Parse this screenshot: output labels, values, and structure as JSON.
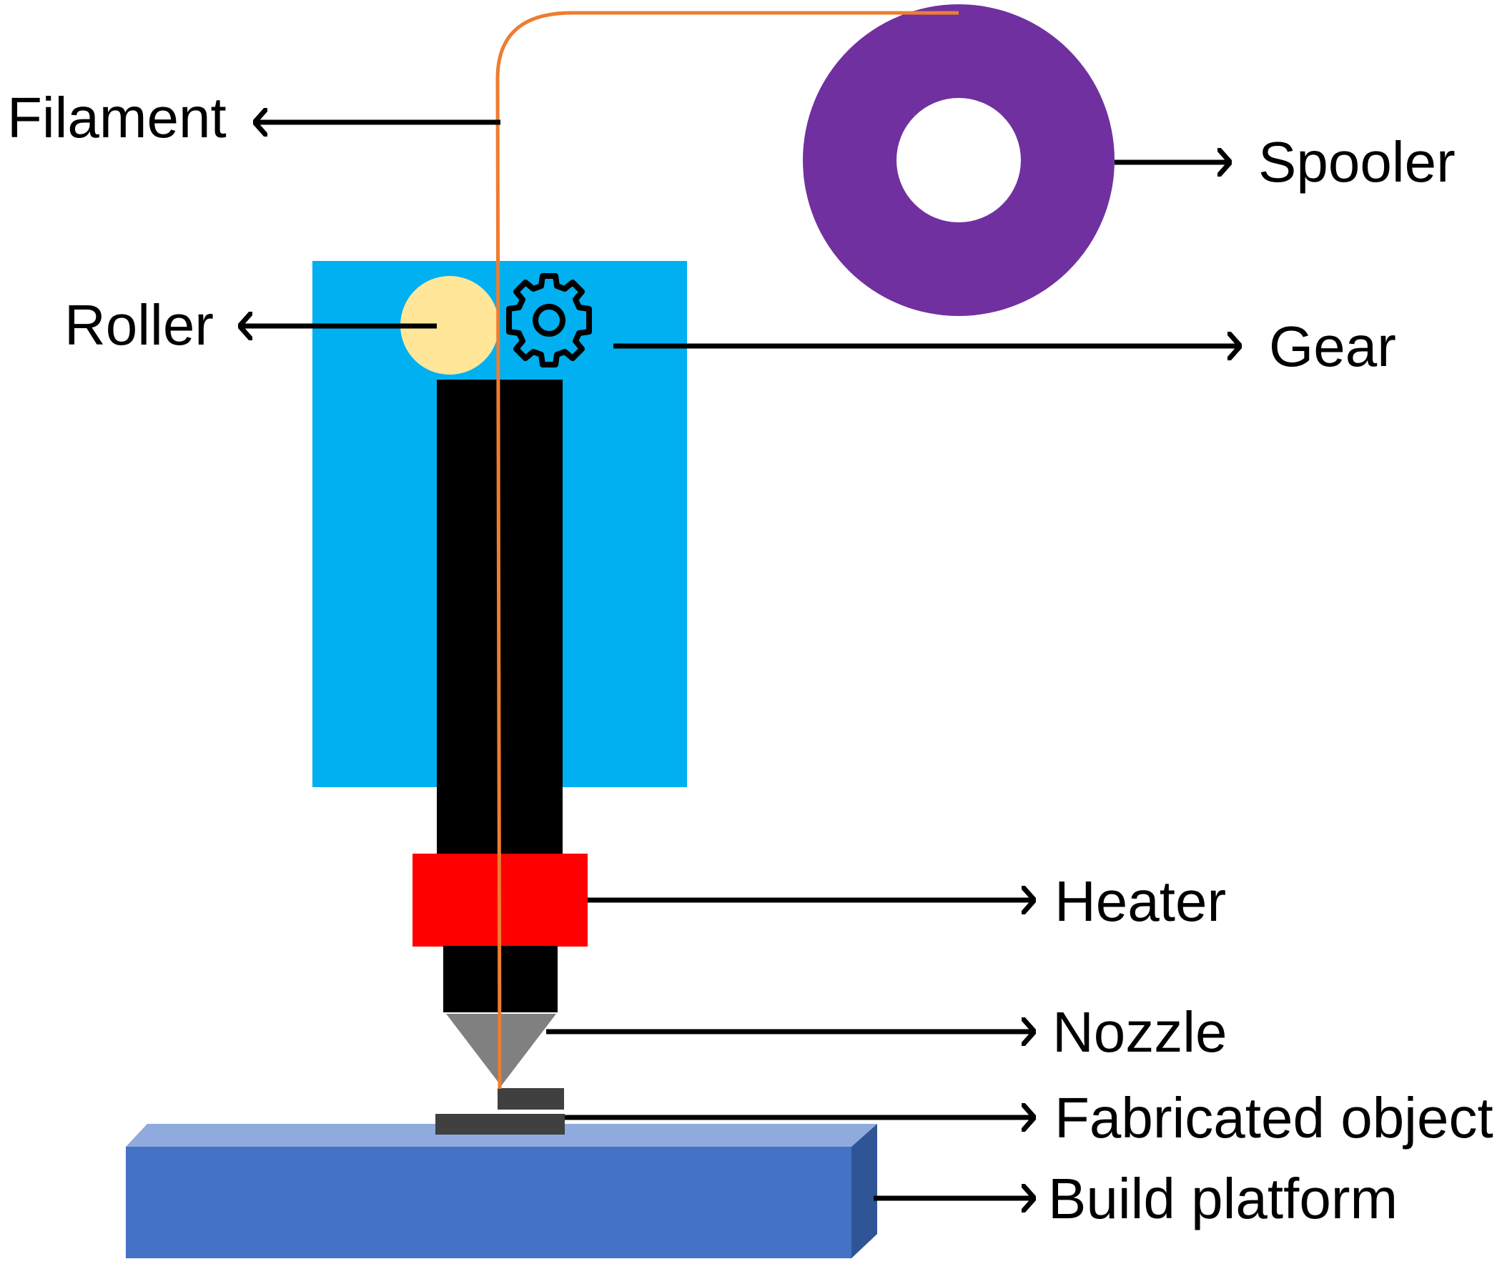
{
  "labels": {
    "filament": "Filament",
    "spooler": "Spooler",
    "roller": "Roller",
    "gear": "Gear",
    "heater": "Heater",
    "nozzle": "Nozzle",
    "fabricated_object": "Fabricated object",
    "build_platform": "Build platform"
  },
  "colors": {
    "filament": "#ED7D31",
    "spooler": "#7030A0",
    "extruder_housing": "#00B0F0",
    "roller": "#FFE699",
    "barrel": "#000000",
    "heater": "#FF0000",
    "nozzle": "#808080",
    "fabricated_object": "#404040",
    "build_platform_front": "#4472C4",
    "build_platform_top": "#8FAADC",
    "build_platform_side": "#2F5597",
    "arrow": "#000000"
  },
  "icons": {
    "gear": "gear-icon"
  }
}
